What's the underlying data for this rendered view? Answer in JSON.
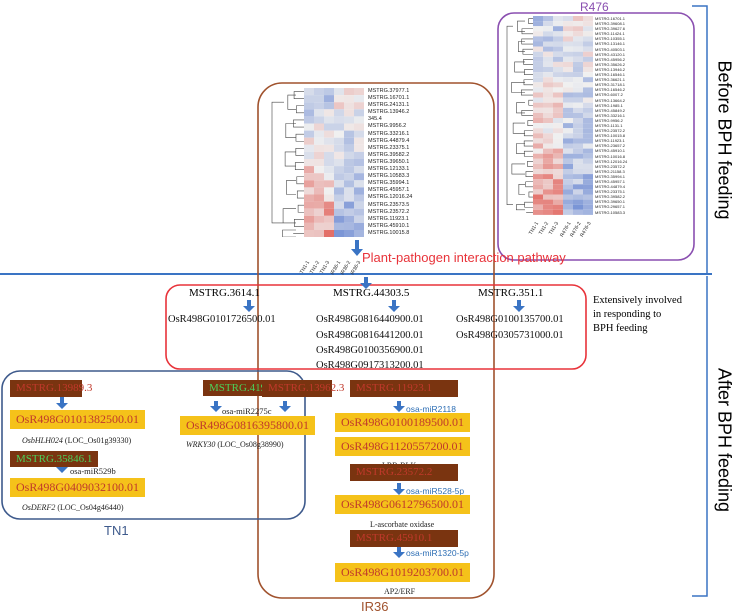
{
  "side_labels": {
    "before": "Before BPH feeding",
    "after": "After BPH feeding"
  },
  "heatmap_main": {
    "rows": [
      "MSTRG.37977.1",
      "MSTRG.16701.1",
      "MSTRG.24131.1",
      "MSTRG.13946.2",
      "345.4",
      "MSTRG.9956.2",
      "MSTRG.33216.1",
      "MSTRG.44879.4",
      "MSTRG.23375.1",
      "MSTRG.39582.2",
      "MSTRG.39650.1",
      "MSTRG.12133.1",
      "MSTRG.10583.3",
      "MSTRG.35994.1",
      "MSTRG.45957.1",
      "MSTRG.12016.24",
      "MSTRG.23573.5",
      "MSTRG.23572.2",
      "MSTRG.11923.1",
      "MSTRG.45910.1",
      "MSTRG.10015.8"
    ],
    "cols": [
      "TN1-1",
      "TN1-2",
      "TN1-3",
      "IR36-1",
      "IR36-2",
      "IR36-3"
    ]
  },
  "heatmap_r476": {
    "title": "R476",
    "rows": [
      "MSTRG.16701.1",
      "MSTRG.39608.1",
      "MSTRG.39627.6",
      "MSTRG.11424.1",
      "MSTRG.10355.1",
      "MSTRG.13146.1",
      "MSTRG.40503.1",
      "MSTRG.43120.1",
      "MSTRG.45956.2",
      "MSTRG.35626.2",
      "MSTRG.13946.2",
      "MSTRG.16546.1",
      "MSTRG.36621.1",
      "MSTRG.31718.1",
      "MSTRG.16546.2",
      "MSTRG.6007.2",
      "MSTRG.13664.2",
      "MSTRG.1985.1",
      "MSTRG.45849.2",
      "MSTRG.33216.1",
      "MSTRG.9956.2",
      "MSTRG.1131.1",
      "MSTRG.23572.2",
      "MSTRG.10015.8",
      "MSTRG.11923.1",
      "MSTRG.23657.2",
      "MSTRG.45910.1",
      "MSTRG.10016.8",
      "MSTRG.12016.24",
      "MSTRG.23572.2",
      "MSTRG.21158.3",
      "MSTRG.35994.1",
      "MSTRG.45957.1",
      "MSTRG.44879.4",
      "MSTRG.23375.1",
      "MSTRG.39582.2",
      "MSTRG.39650.1",
      "MSTRG.29657.1",
      "MSTRG.10583.3"
    ],
    "cols": [
      "TN1-1",
      "TN1-2",
      "TN1-3",
      "R476-1",
      "R476-2",
      "R476-3"
    ]
  },
  "pathway_label": "Plant-pathogen interaction pathway",
  "mstrg_top": [
    "MSTRG.3614.1",
    "MSTRG.44303.5",
    "MSTRG.351.1"
  ],
  "os_col1": [
    "OsR498G0101726500.01"
  ],
  "os_col2": [
    "OsR498G0816440900.01",
    "OsR498G0816441200.01",
    "OsR498G0100356900.01",
    "OsR498G0917313200.01"
  ],
  "os_col3": [
    "OsR498G0100135700.01",
    "OsR498G0305731000.01"
  ],
  "involved_note": "Extensively involved in responding to BPH feeding",
  "tn1_group": {
    "label": "TN1",
    "hidden1": "MSTRG.13989.3",
    "gene1": "OsR498G0101382500.01",
    "desc1_italic": "OsbHLH024",
    "desc1_rest": " (LOC_Os01g39330)",
    "mstrg2": "MSTRG.35846.1",
    "mir2": "osa-miR529b",
    "gene2": "OsR498G0409032100.01",
    "desc2_italic": "OsDERF2",
    "desc2_rest": " (LOC_Os04g46440)"
  },
  "shared_group": {
    "mstrg_green": "MSTRG.41977.3",
    "hidden": "MSTRG.13962.3",
    "mir": "osa-miR2275c",
    "gene": "OsR498G0816395800.01",
    "desc_italic": "WRKY30",
    "desc_rest": " (LOC_Os08g38990)"
  },
  "ir36_group": {
    "label": "IR36",
    "items": [
      {
        "hidden": "MSTRG.11923.1",
        "mir": "osa-miR2118",
        "gene1": "OsR498G0100189500.01",
        "gene2": "OsR498G1120557200.01",
        "desc": "LRR-RLK"
      },
      {
        "hidden": "MSTRG.23572.2",
        "mir": "osa-miR528-5p",
        "gene1": "OsR498G0612796500.01",
        "desc": "L-ascorbate oxidase"
      },
      {
        "hidden": "MSTRG.45910.1",
        "mir": "osa-miR1320-5p",
        "gene1": "OsR498G1019203700.01",
        "desc": "AP2/ERF"
      }
    ]
  },
  "colors": {
    "blue_line": "#3a74c4",
    "red_box": "#e8333a",
    "purple_box": "#8a4fb0",
    "brown_box": "#a0522d",
    "navy_box": "#3e5a8c",
    "tag_yellow": "#f5c21a",
    "tag_brown": "#7a3410",
    "text_red": "#c0392b",
    "text_green": "#4cd05a"
  }
}
